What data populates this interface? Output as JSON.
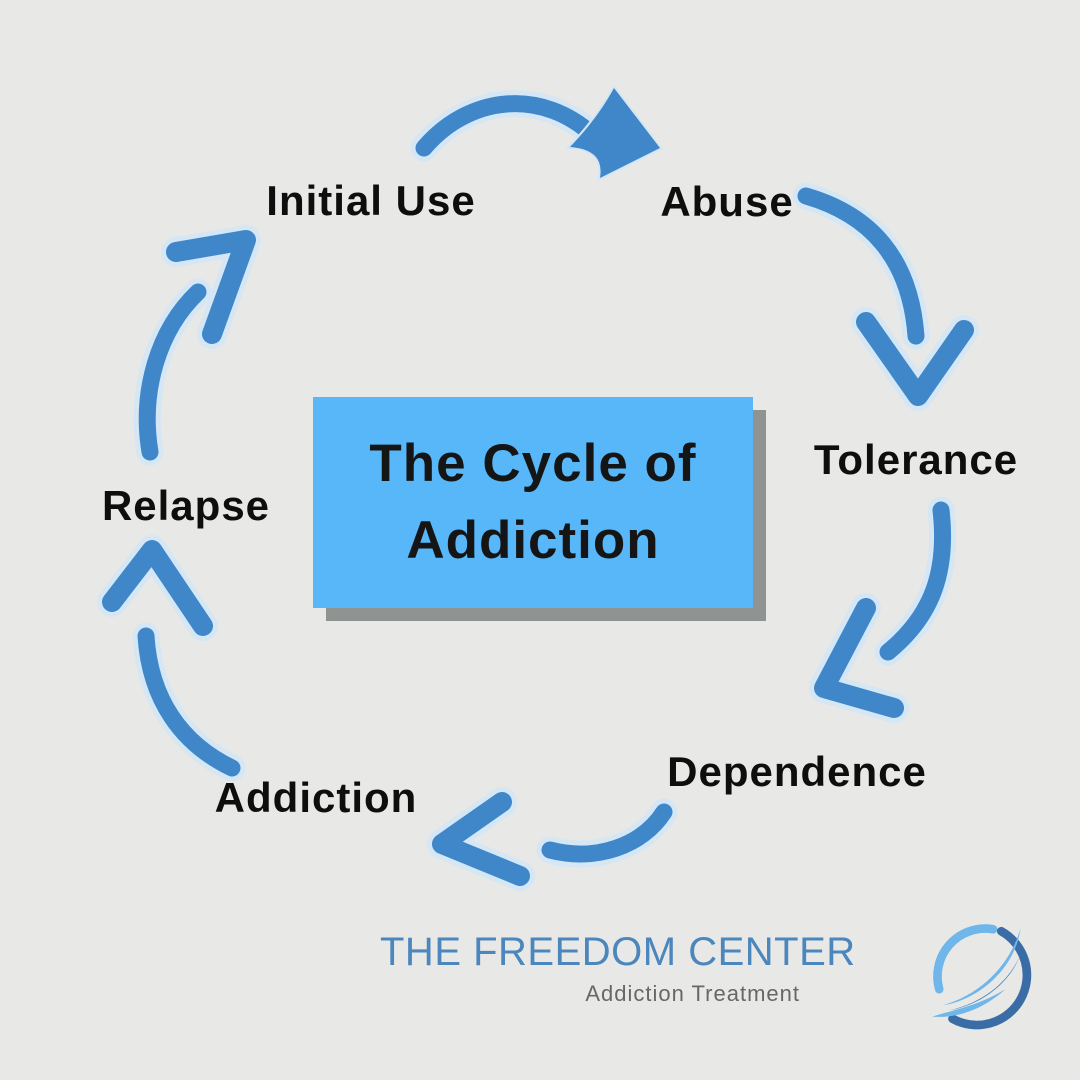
{
  "title": "The Cycle of Addiction",
  "colors": {
    "background": "#e8e9e6",
    "arrow_blue": "#3f87c9",
    "arrow_halo": "#d5e6f4",
    "box_blue": "#58b7f8",
    "box_shadow": "#8f9392",
    "label_text": "#0e0e0e",
    "box_text": "#151515",
    "logo_blue": "#4b86bd",
    "logo_gray": "#676767",
    "mark_light": "#6fb6ea",
    "mark_dark": "#3a6ca6",
    "mark_mid": "#4a86c2"
  },
  "center_box": {
    "line1": "The Cycle of",
    "line2": "Addiction"
  },
  "stages": [
    {
      "label": "Initial Use"
    },
    {
      "label": "Abuse"
    },
    {
      "label": "Tolerance"
    },
    {
      "label": "Dependence"
    },
    {
      "label": "Addiction"
    },
    {
      "label": "Relapse"
    }
  ],
  "arrows": [
    {
      "from": "Initial Use",
      "to": "Abuse"
    },
    {
      "from": "Abuse",
      "to": "Tolerance"
    },
    {
      "from": "Tolerance",
      "to": "Dependence"
    },
    {
      "from": "Dependence",
      "to": "Addiction"
    },
    {
      "from": "Addiction",
      "to": "Relapse"
    },
    {
      "from": "Relapse",
      "to": "Initial Use"
    }
  ],
  "logo": {
    "name": "THE FREEDOM CENTER",
    "tagline": "Addiction Treatment",
    "mark": "circle-feather-swoosh"
  }
}
